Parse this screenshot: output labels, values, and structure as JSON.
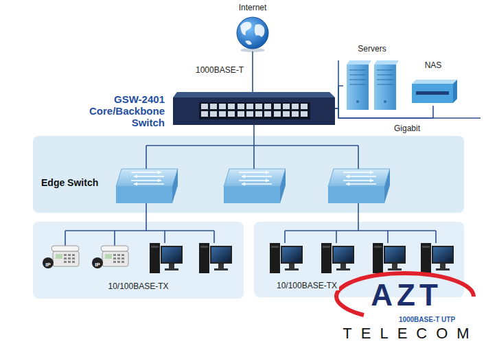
{
  "diagram": {
    "nodes": [
      {
        "text": [
          "Internet"
        ]
      },
      {
        "text": [
          "GSW-2401 Core/Backbone Switch"
        ]
      },
      {
        "text": [
          "Servers"
        ]
      },
      {
        "text": [
          "NAS"
        ]
      },
      {
        "text": [
          "Edge Switch"
        ]
      },
      {
        "text": [
          "10/100BASE-TX"
        ]
      },
      {
        "text": [
          "10/100BASE-TX"
        ]
      }
    ],
    "edges": [
      {
        "from": 0,
        "to": 1,
        "arrow": "none",
        "label": "1000BASE-T"
      },
      {
        "from": 1,
        "to": 2,
        "arrow": "none"
      },
      {
        "from": 1,
        "to": 3,
        "arrow": "none"
      },
      {
        "from": 1,
        "to": 4,
        "arrow": "none"
      },
      {
        "from": 4,
        "to": 5,
        "arrow": "none"
      },
      {
        "from": 4,
        "to": 6,
        "arrow": "none"
      }
    ],
    "labels": [
      "IP",
      "IP",
      "Gigabit",
      "AZT",
      "1000BASE-T UTP",
      "TELECOM"
    ]
  }
}
